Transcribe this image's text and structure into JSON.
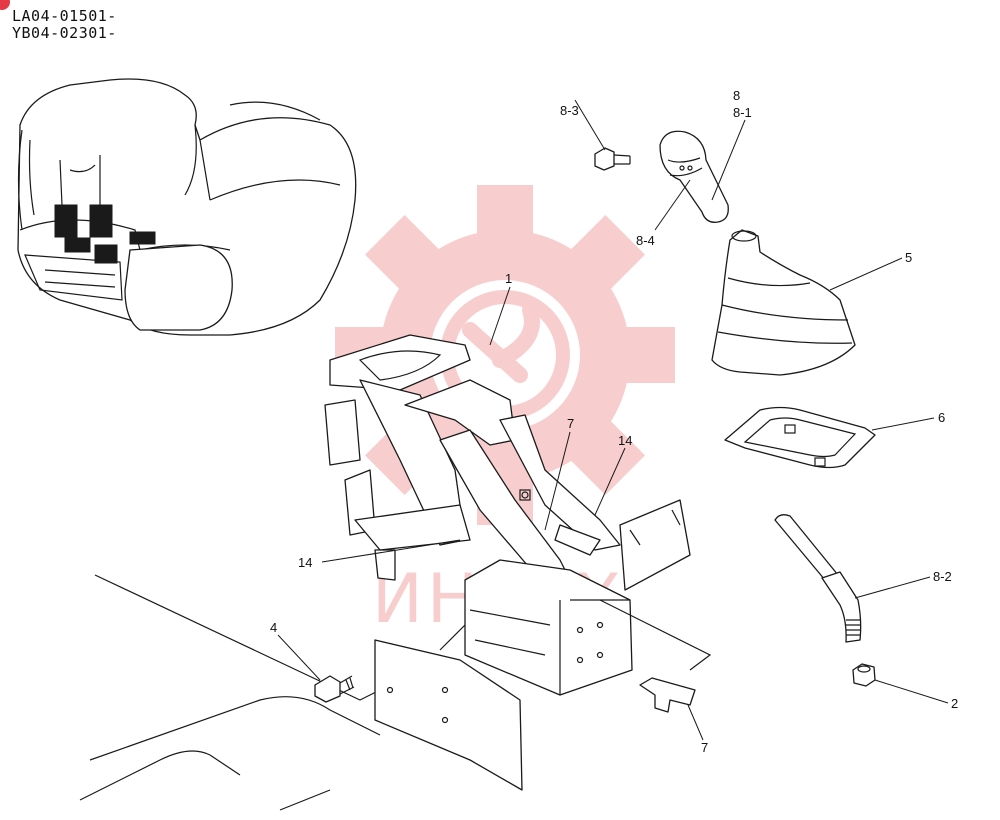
{
  "serial_numbers": [
    "LA04-01501-",
    "YB04-02301-"
  ],
  "watermark_text": "ИНТЕХ",
  "colors": {
    "watermark": "#f4a6a6",
    "badge": "#e63946",
    "line": "#1a1a1a"
  },
  "callouts": {
    "c1": "1",
    "c2": "2",
    "c4": "4",
    "c5": "5",
    "c6": "6",
    "c7a": "7",
    "c7b": "7",
    "c8": "8",
    "c8_1": "8-1",
    "c8_2": "8-2",
    "c8_3": "8-3",
    "c8_4": "8-4",
    "c14a": "14",
    "c14b": "14"
  }
}
